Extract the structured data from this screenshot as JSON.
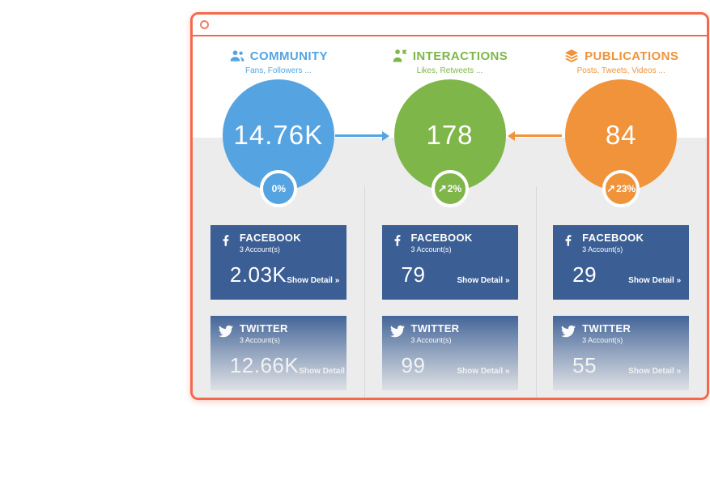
{
  "panel": {
    "border_color": "#f4694d",
    "titlebar_line_color": "#f4694d",
    "record_dot_color": "#f08061",
    "lower_background": "#ececec",
    "card_background": "#3b5e94"
  },
  "columns": [
    {
      "key": "community",
      "title": "COMMUNITY",
      "subtitle": "Fans, Followers ...",
      "color": "#55a4e1",
      "icon": "people-group-icon",
      "total": "14.76K",
      "trend_arrow": "",
      "trend": "0%",
      "cards": [
        {
          "network": "FACEBOOK",
          "icon": "facebook-icon",
          "accounts": "3 Account(s)",
          "value": "2.03K",
          "detail_label": "Show Detail »"
        },
        {
          "network": "TWITTER",
          "icon": "twitter-icon",
          "accounts": "3 Account(s)",
          "value": "12.66K",
          "detail_label": "Show Detail »"
        }
      ]
    },
    {
      "key": "interactions",
      "title": "INTERACTIONS",
      "subtitle": "Likes, Retweets ...",
      "color": "#7fb64a",
      "icon": "person-announce-icon",
      "total": "178",
      "trend_arrow": "↗",
      "trend": "2%",
      "cards": [
        {
          "network": "FACEBOOK",
          "icon": "facebook-icon",
          "accounts": "3 Account(s)",
          "value": "79",
          "detail_label": "Show Detail »"
        },
        {
          "network": "TWITTER",
          "icon": "twitter-icon",
          "accounts": "3 Account(s)",
          "value": "99",
          "detail_label": "Show Detail »"
        }
      ]
    },
    {
      "key": "publications",
      "title": "PUBLICATIONS",
      "subtitle": "Posts, Tweets, Videos ...",
      "color": "#f0933a",
      "icon": "layers-icon",
      "total": "84",
      "trend_arrow": "↗",
      "trend": "23%",
      "cards": [
        {
          "network": "FACEBOOK",
          "icon": "facebook-icon",
          "accounts": "3 Account(s)",
          "value": "29",
          "detail_label": "Show Detail »"
        },
        {
          "network": "TWITTER",
          "icon": "twitter-icon",
          "accounts": "3 Account(s)",
          "value": "55",
          "detail_label": "Show Detail »"
        }
      ]
    }
  ]
}
